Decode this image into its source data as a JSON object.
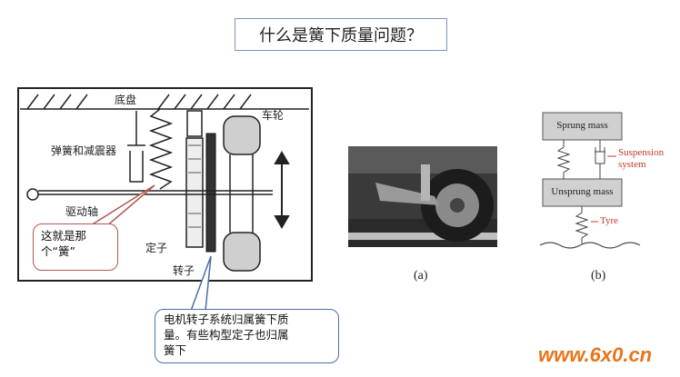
{
  "title": "什么是簧下质量问题？",
  "schematic": {
    "chassis_label": "底盘",
    "spring_damper_label": "弹簧和减震器",
    "wheel_label": "车轮",
    "drive_shaft_label": "驱动轴",
    "stator_label": "定子",
    "rotor_label": "转子"
  },
  "callout_red": {
    "line1": "这就是那",
    "line2": "个“簧”"
  },
  "callout_blue": {
    "line1": "电机转子系统归属簧下质",
    "line2": "量。有些构型定子也归属",
    "line3": "簧下"
  },
  "figure_a": {
    "caption": "(a)"
  },
  "figure_b": {
    "caption": "(b)",
    "sprung_label": "Sprung mass",
    "unsprung_label": "Unsprung mass",
    "suspension_label_1": "Suspension",
    "suspension_label_2": "system",
    "tyre_label": "Tyre"
  },
  "watermark": "www.6x0.cn",
  "colors": {
    "callout_red_border": "#b0584f",
    "callout_blue_border": "#4a6fa5",
    "annotation_red": "#c0392b",
    "watermark": "#e8751a"
  }
}
